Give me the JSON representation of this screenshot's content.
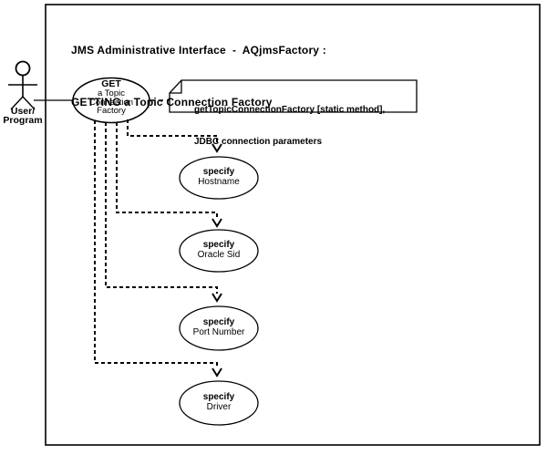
{
  "window": {
    "background_color": "#ffffff",
    "line_color": "#000000"
  },
  "header": {
    "title_line1": "JMS Administrative Interface  -  AQjmsFactory :",
    "title_line2": "GETTING a Topic Connection Factory"
  },
  "actor": {
    "label_line1": "User/",
    "label_line2": "Program"
  },
  "main_usecase": {
    "title": "GET",
    "line1": "a Topic",
    "line2": "Connection",
    "line3": "Factory"
  },
  "note": {
    "line1": "getTopicConnectionFactory [static method],",
    "line2": "JDBC connection parameters"
  },
  "usecases": [
    {
      "action": "specify",
      "target": "Hostname"
    },
    {
      "action": "specify",
      "target": "Oracle Sid"
    },
    {
      "action": "specify",
      "target": "Port Number"
    },
    {
      "action": "specify",
      "target": "Driver"
    }
  ]
}
